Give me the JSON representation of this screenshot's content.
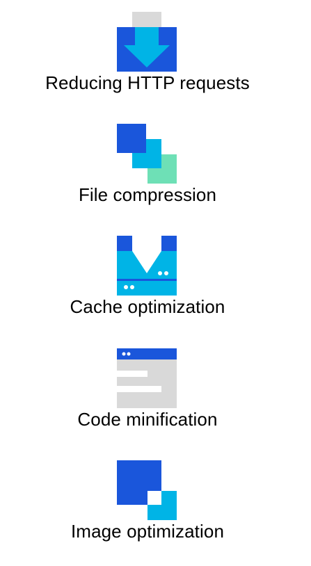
{
  "items": [
    {
      "label": "Reducing HTTP requests",
      "icon": "download-arrow-icon"
    },
    {
      "label": "File compression",
      "icon": "stacked-squares-icon"
    },
    {
      "label": "Cache optimization",
      "icon": "cache-server-icon"
    },
    {
      "label": "Code minification",
      "icon": "code-window-icon"
    },
    {
      "label": "Image optimization",
      "icon": "image-squares-icon"
    }
  ],
  "colors": {
    "blue": "#1a56db",
    "cyan": "#00b4e6",
    "mint": "#6ee0b6",
    "gray": "#d9d9d9",
    "white": "#ffffff"
  }
}
